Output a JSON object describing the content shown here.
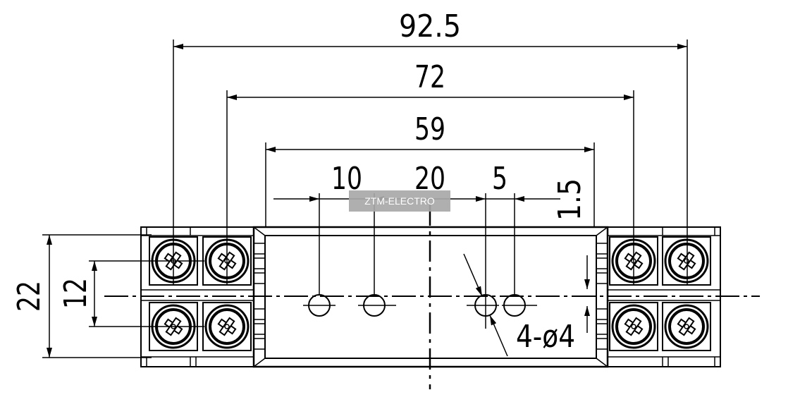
{
  "dimensions": {
    "overall_width": "92.5",
    "terminal_pitch": "72",
    "body_width": "59",
    "hole_spacing_left": "10",
    "hole_spacing_middle": "20",
    "hole_spacing_right": "5",
    "hole_offset": "1.5",
    "overall_height": "22",
    "terminal_row_pitch": "12",
    "hole_callout": "4-ø4"
  },
  "watermark": "ZTM-ELECTRO",
  "colors": {
    "line": "#000000",
    "background": "#ffffff",
    "watermark_bg": "#a8a8a8",
    "watermark_text": "#ffffff"
  }
}
